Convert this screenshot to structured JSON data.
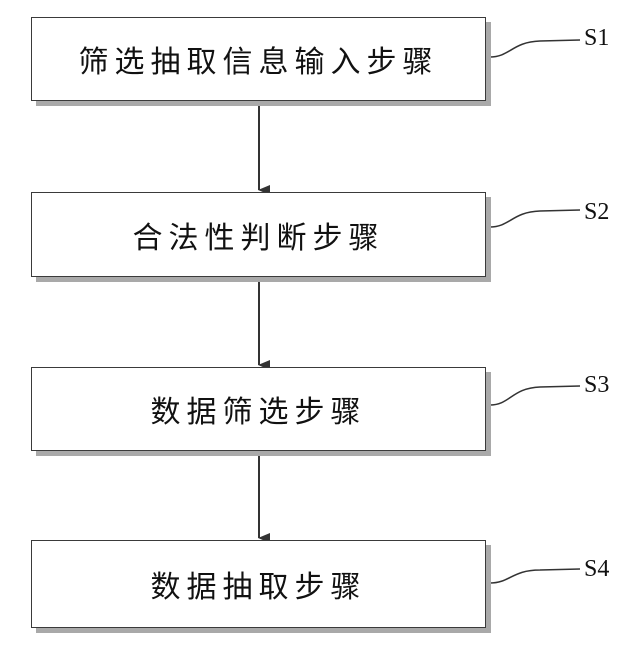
{
  "steps": [
    {
      "id": "S1",
      "label": "筛选抽取信息输入步骤"
    },
    {
      "id": "S2",
      "label": "合法性判断步骤"
    },
    {
      "id": "S3",
      "label": "数据筛选步骤"
    },
    {
      "id": "S4",
      "label": "数据抽取步骤"
    }
  ],
  "colors": {
    "border": "#3a3a3a",
    "shadow": "#a9a9a9",
    "arrow": "#333333"
  }
}
